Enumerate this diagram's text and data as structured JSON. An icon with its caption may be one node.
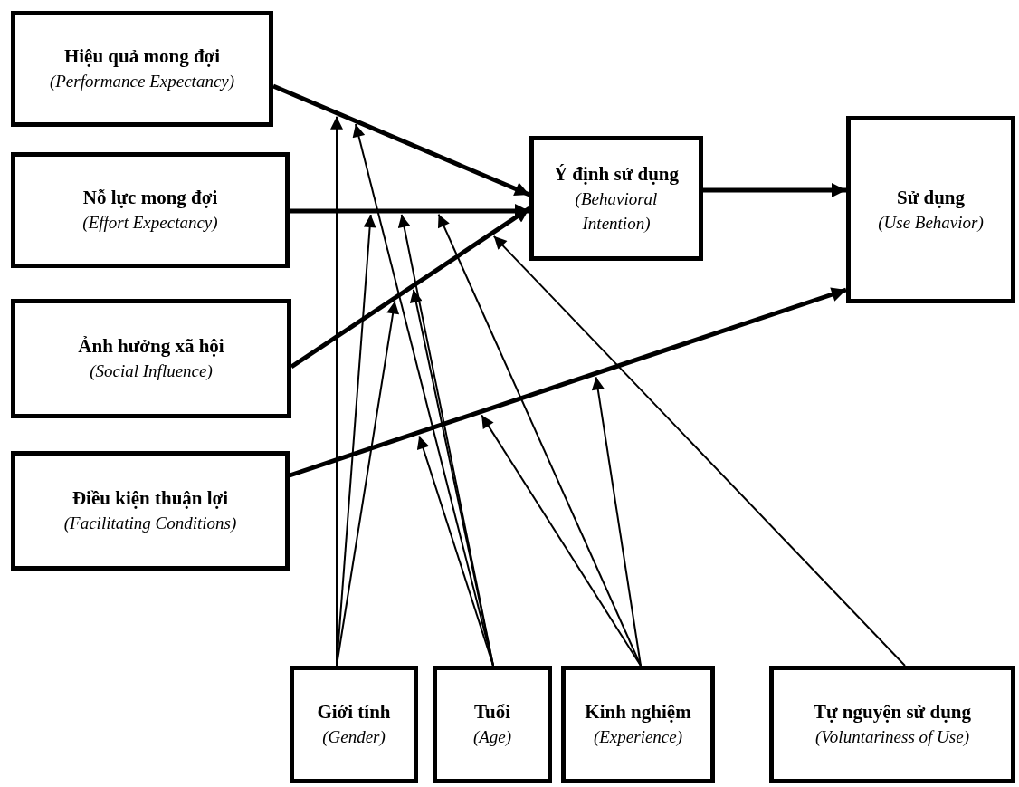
{
  "diagram": {
    "nodes": [
      {
        "text": [
          "Hiệu quả mong đợi",
          "(Performance Expectancy)"
        ]
      },
      {
        "text": [
          "Nỗ lực mong đợi",
          "(Effort Expectancy)"
        ]
      },
      {
        "text": [
          "Ảnh hưởng xã hội",
          "(Social Influence)"
        ]
      },
      {
        "text": [
          "Điều kiện thuận lợi",
          "(Facilitating Conditions)"
        ]
      },
      {
        "text": [
          "Ý định sử dụng",
          "(Behavioral Intention)"
        ]
      },
      {
        "text": [
          "Sử dụng",
          "(Use Behavior)"
        ]
      },
      {
        "text": [
          "Giới tính",
          "(Gender)"
        ]
      },
      {
        "text": [
          "Tuổi",
          "(Age)"
        ]
      },
      {
        "text": [
          "Kinh nghiệm",
          "(Experience)"
        ]
      },
      {
        "text": [
          "Tự nguyện sử dụng",
          "(Voluntariness of Use)"
        ]
      }
    ],
    "edges": [
      {
        "from": 0,
        "to": 4,
        "arrow": "to",
        "style": "thick"
      },
      {
        "from": 1,
        "to": 4,
        "arrow": "to",
        "style": "thick"
      },
      {
        "from": 2,
        "to": 4,
        "arrow": "to",
        "style": "thick"
      },
      {
        "from": 3,
        "to": 5,
        "arrow": "to",
        "style": "thick"
      },
      {
        "from": 4,
        "to": 5,
        "arrow": "to",
        "style": "thick"
      },
      {
        "from": 6,
        "to": null,
        "arrow": "to"
      },
      {
        "from": 6,
        "to": null,
        "arrow": "to"
      },
      {
        "from": 6,
        "to": null,
        "arrow": "to"
      },
      {
        "from": 7,
        "to": null,
        "arrow": "to"
      },
      {
        "from": 7,
        "to": null,
        "arrow": "to"
      },
      {
        "from": 7,
        "to": null,
        "arrow": "to"
      },
      {
        "from": 7,
        "to": null,
        "arrow": "to"
      },
      {
        "from": 8,
        "to": null,
        "arrow": "to"
      },
      {
        "from": 8,
        "to": null,
        "arrow": "to"
      },
      {
        "from": 8,
        "to": null,
        "arrow": "to"
      },
      {
        "from": 9,
        "to": null,
        "arrow": "to"
      }
    ]
  }
}
